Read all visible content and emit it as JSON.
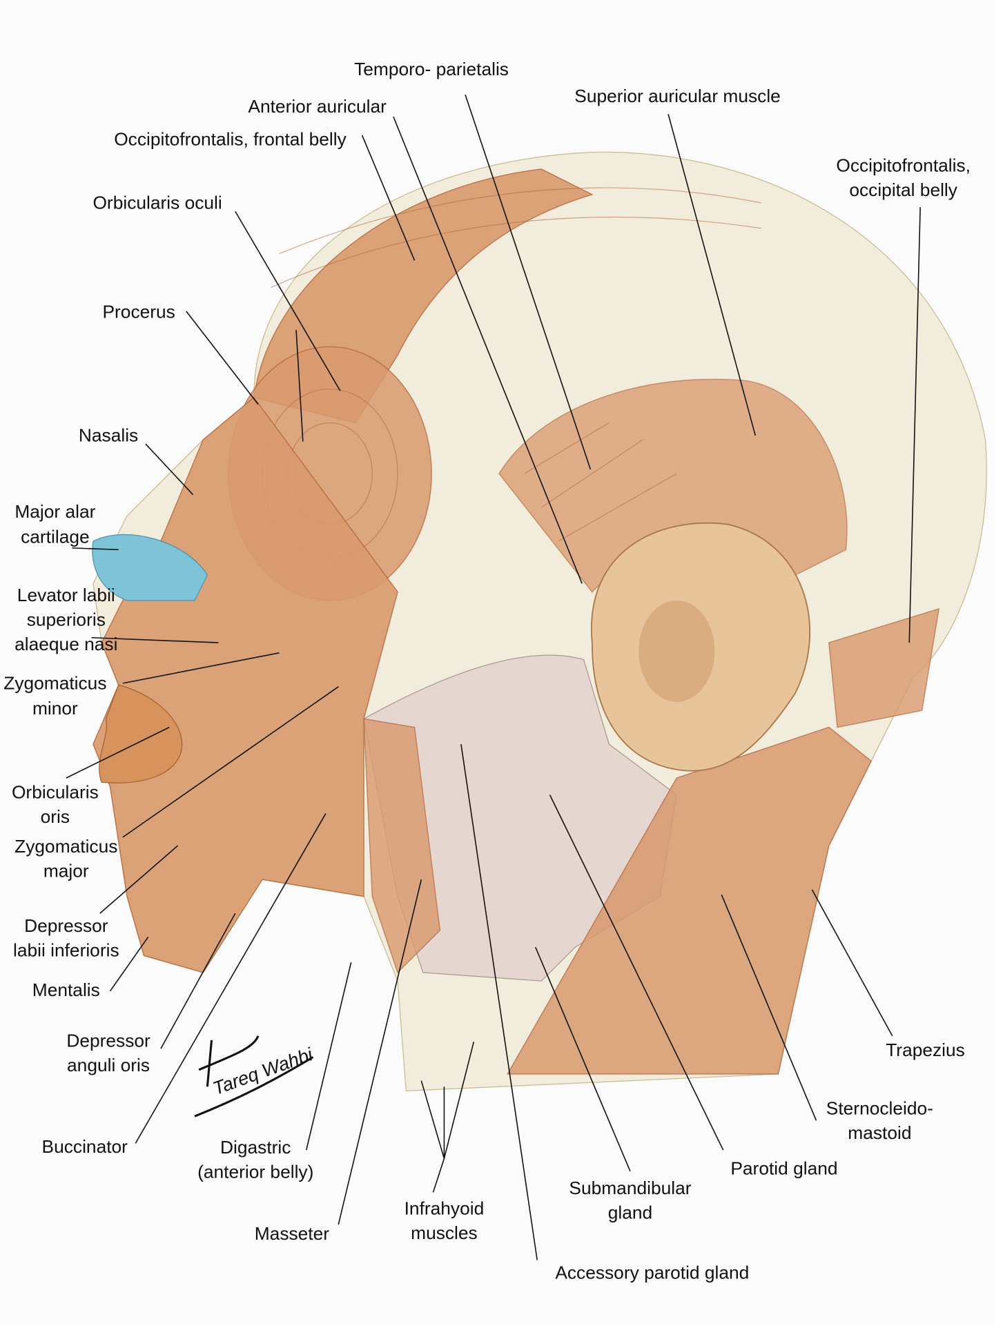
{
  "title": "Muscles of the head and neck, lateral view",
  "signature": "Tareq Wahbi",
  "colors": {
    "muscle": "#d99a6e",
    "scalp": "#f1ecdc",
    "cartilage": "#7fc3d8",
    "gland": "#e6d6d0",
    "fat": "#e8d37a"
  },
  "labels": {
    "temporoparietalis": "Temporo- parietalis",
    "anterior_auricular": "Anterior auricular",
    "superior_auricular": "Superior auricular muscle",
    "frontal_belly": "Occipitofrontalis, frontal belly",
    "occipital_belly_1": "Occipitofrontalis,",
    "occipital_belly_2": "occipital belly",
    "orbicularis_oculi": "Orbicularis oculi",
    "procerus": "Procerus",
    "nasalis": "Nasalis",
    "major_alar_1": "Major alar",
    "major_alar_2": "cartilage",
    "levator_1": "Levator labii",
    "levator_2": "superioris",
    "levator_3": "alaeque nasi",
    "zyg_minor_1": "Zygomaticus",
    "zyg_minor_2": "minor",
    "orb_oris_1": "Orbicularis",
    "orb_oris_2": "oris",
    "zyg_major_1": "Zygomaticus",
    "zyg_major_2": "major",
    "dep_labii_1": "Depressor",
    "dep_labii_2": "labii inferioris",
    "mentalis": "Mentalis",
    "dep_anguli_1": "Depressor",
    "dep_anguli_2": "anguli oris",
    "buccinator": "Buccinator",
    "digastric_1": "Digastric",
    "digastric_2": "(anterior belly)",
    "masseter": "Masseter",
    "infrahyoid_1": "Infrahyoid",
    "infrahyoid_2": "muscles",
    "accessory_parotid": "Accessory parotid gland",
    "submandibular_1": "Submandibular",
    "submandibular_2": "gland",
    "parotid": "Parotid gland",
    "scm_1": "Sternocleido-",
    "scm_2": "mastoid",
    "trapezius": "Trapezius"
  }
}
